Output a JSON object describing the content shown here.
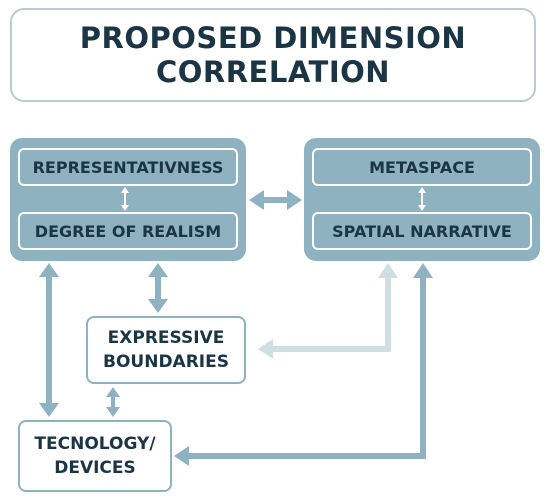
{
  "title": {
    "line1": "PROPOSED DIMENSION",
    "line2": "CORRELATION"
  },
  "groups": {
    "left": {
      "top_label": "REPRESENTATIVNESS",
      "bottom_label": "DEGREE OF REALISM"
    },
    "right": {
      "top_label": "METASPACE",
      "bottom_label": "SPATIAL NARRATIVE"
    }
  },
  "nodes": {
    "expressive": {
      "line1": "EXPRESSIVE",
      "line2": "BOUNDARIES"
    },
    "technology": {
      "line1": "TECNOLOGY/",
      "line2": "DEVICES"
    }
  },
  "colors": {
    "primary": "#8eb2bf",
    "faded": "#cfdee3",
    "text": "#1b3544",
    "title_border": "#b9ccd4"
  }
}
